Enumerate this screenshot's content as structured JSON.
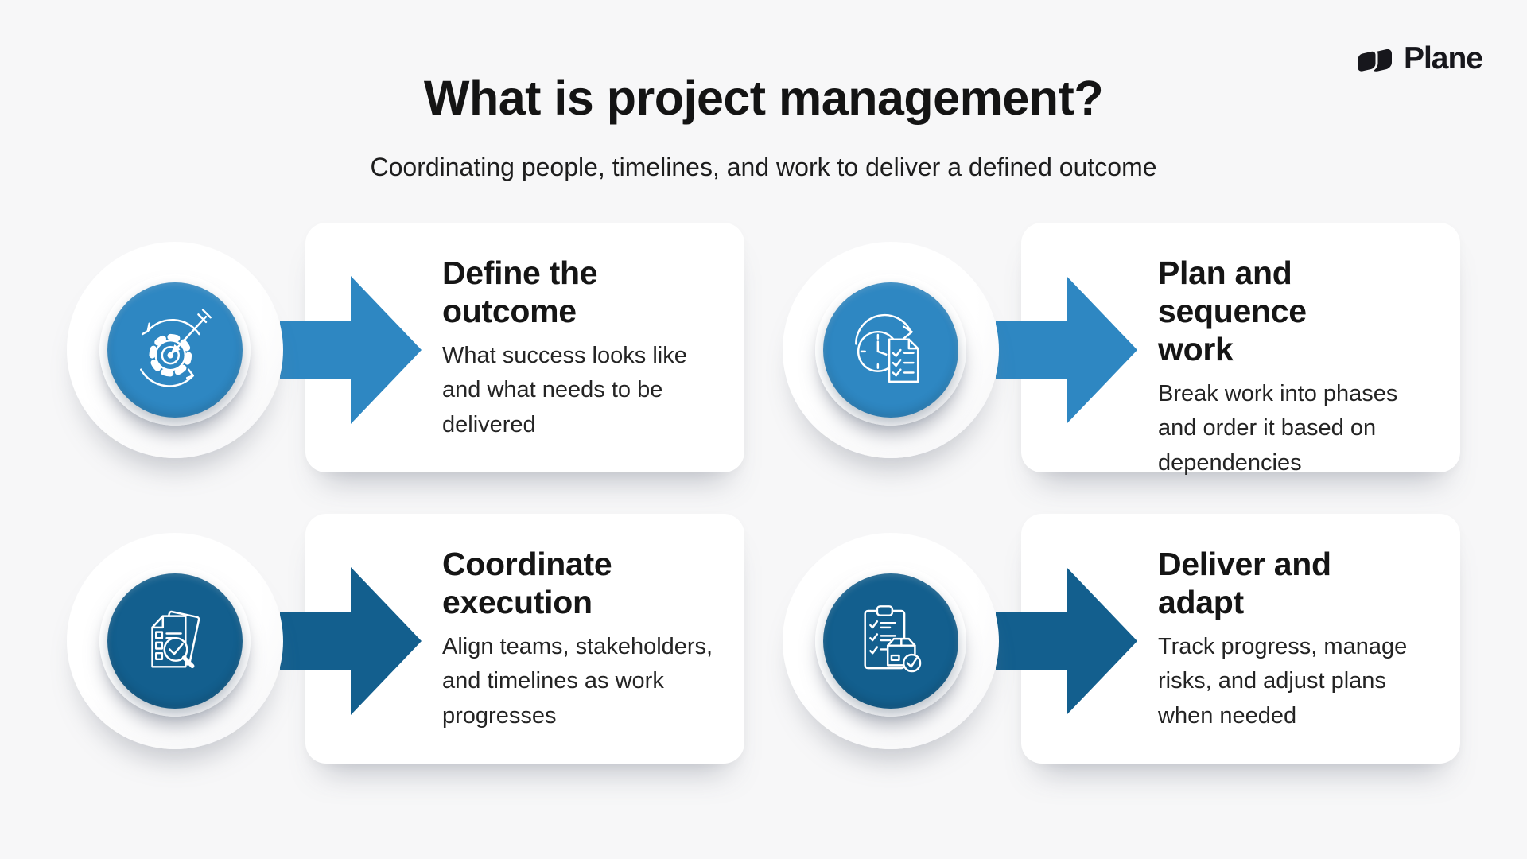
{
  "header": {
    "title": "What is project management?",
    "subtitle": "Coordinating people, timelines, and work to deliver a defined outcome"
  },
  "logo": {
    "text": "Plane",
    "color": "#17171c"
  },
  "colors": {
    "background": "#f7f7f8",
    "card": "#ffffff",
    "heading_text": "#151515",
    "body_text": "#242424",
    "light_blue": "#2e87c2",
    "dark_blue": "#135f8e"
  },
  "steps": [
    {
      "id": "define-outcome",
      "title": "Define the\noutcome",
      "body": "What success looks like\nand what needs to be\ndelivered",
      "icon": "target-gear-icon",
      "accent": "#2e87c2"
    },
    {
      "id": "plan-sequence",
      "title": "Plan and sequence\nwork",
      "body": "Break work into phases\nand order it based on\ndependencies",
      "icon": "clock-schedule-icon",
      "accent": "#2e87c2"
    },
    {
      "id": "coordinate-execution",
      "title": "Coordinate\nexecution",
      "body": "Align teams, stakeholders,\nand timelines as work\nprogresses",
      "icon": "document-review-icon",
      "accent": "#135f8e"
    },
    {
      "id": "deliver-adapt",
      "title": "Deliver and\nadapt",
      "body": "Track progress, manage\nrisks, and adjust plans\nwhen needed",
      "icon": "clipboard-package-icon",
      "accent": "#135f8e"
    }
  ]
}
